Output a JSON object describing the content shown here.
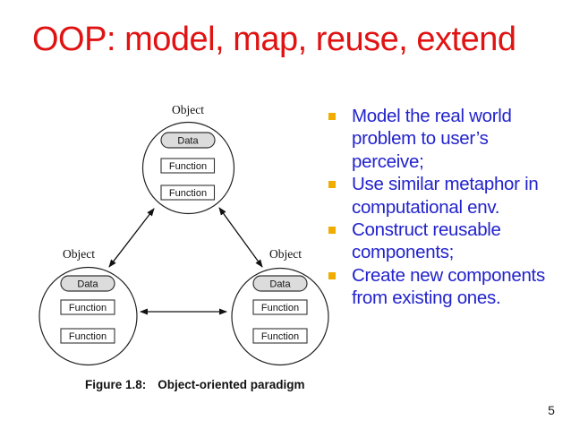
{
  "slide": {
    "title": "OOP: model, map, reuse, extend",
    "page_number": "5",
    "colors": {
      "title_red": "#E01212",
      "bullet_blue": "#2323CC",
      "bullet_gold": "#F0AD00",
      "data_fill": "#DCDCDC"
    }
  },
  "bullets": [
    {
      "lines": [
        "Model the real world",
        "problem to user’s",
        "perceive;"
      ]
    },
    {
      "lines": [
        "Use similar metaphor in",
        "computational env."
      ]
    },
    {
      "lines": [
        "Construct reusable",
        "components;"
      ]
    },
    {
      "lines": [
        "Create new components",
        "from existing ones."
      ]
    }
  ],
  "diagram": {
    "objects": [
      {
        "label": "Object",
        "data_label": "Data",
        "functions": [
          "Function",
          "Function"
        ]
      },
      {
        "label": "Object",
        "data_label": "Data",
        "functions": [
          "Function",
          "Function"
        ]
      },
      {
        "label": "Object",
        "data_label": "Data",
        "functions": [
          "Function",
          "Function"
        ]
      }
    ],
    "caption": {
      "label": "Figure 1.8:",
      "text": "Object-oriented paradigm"
    }
  }
}
